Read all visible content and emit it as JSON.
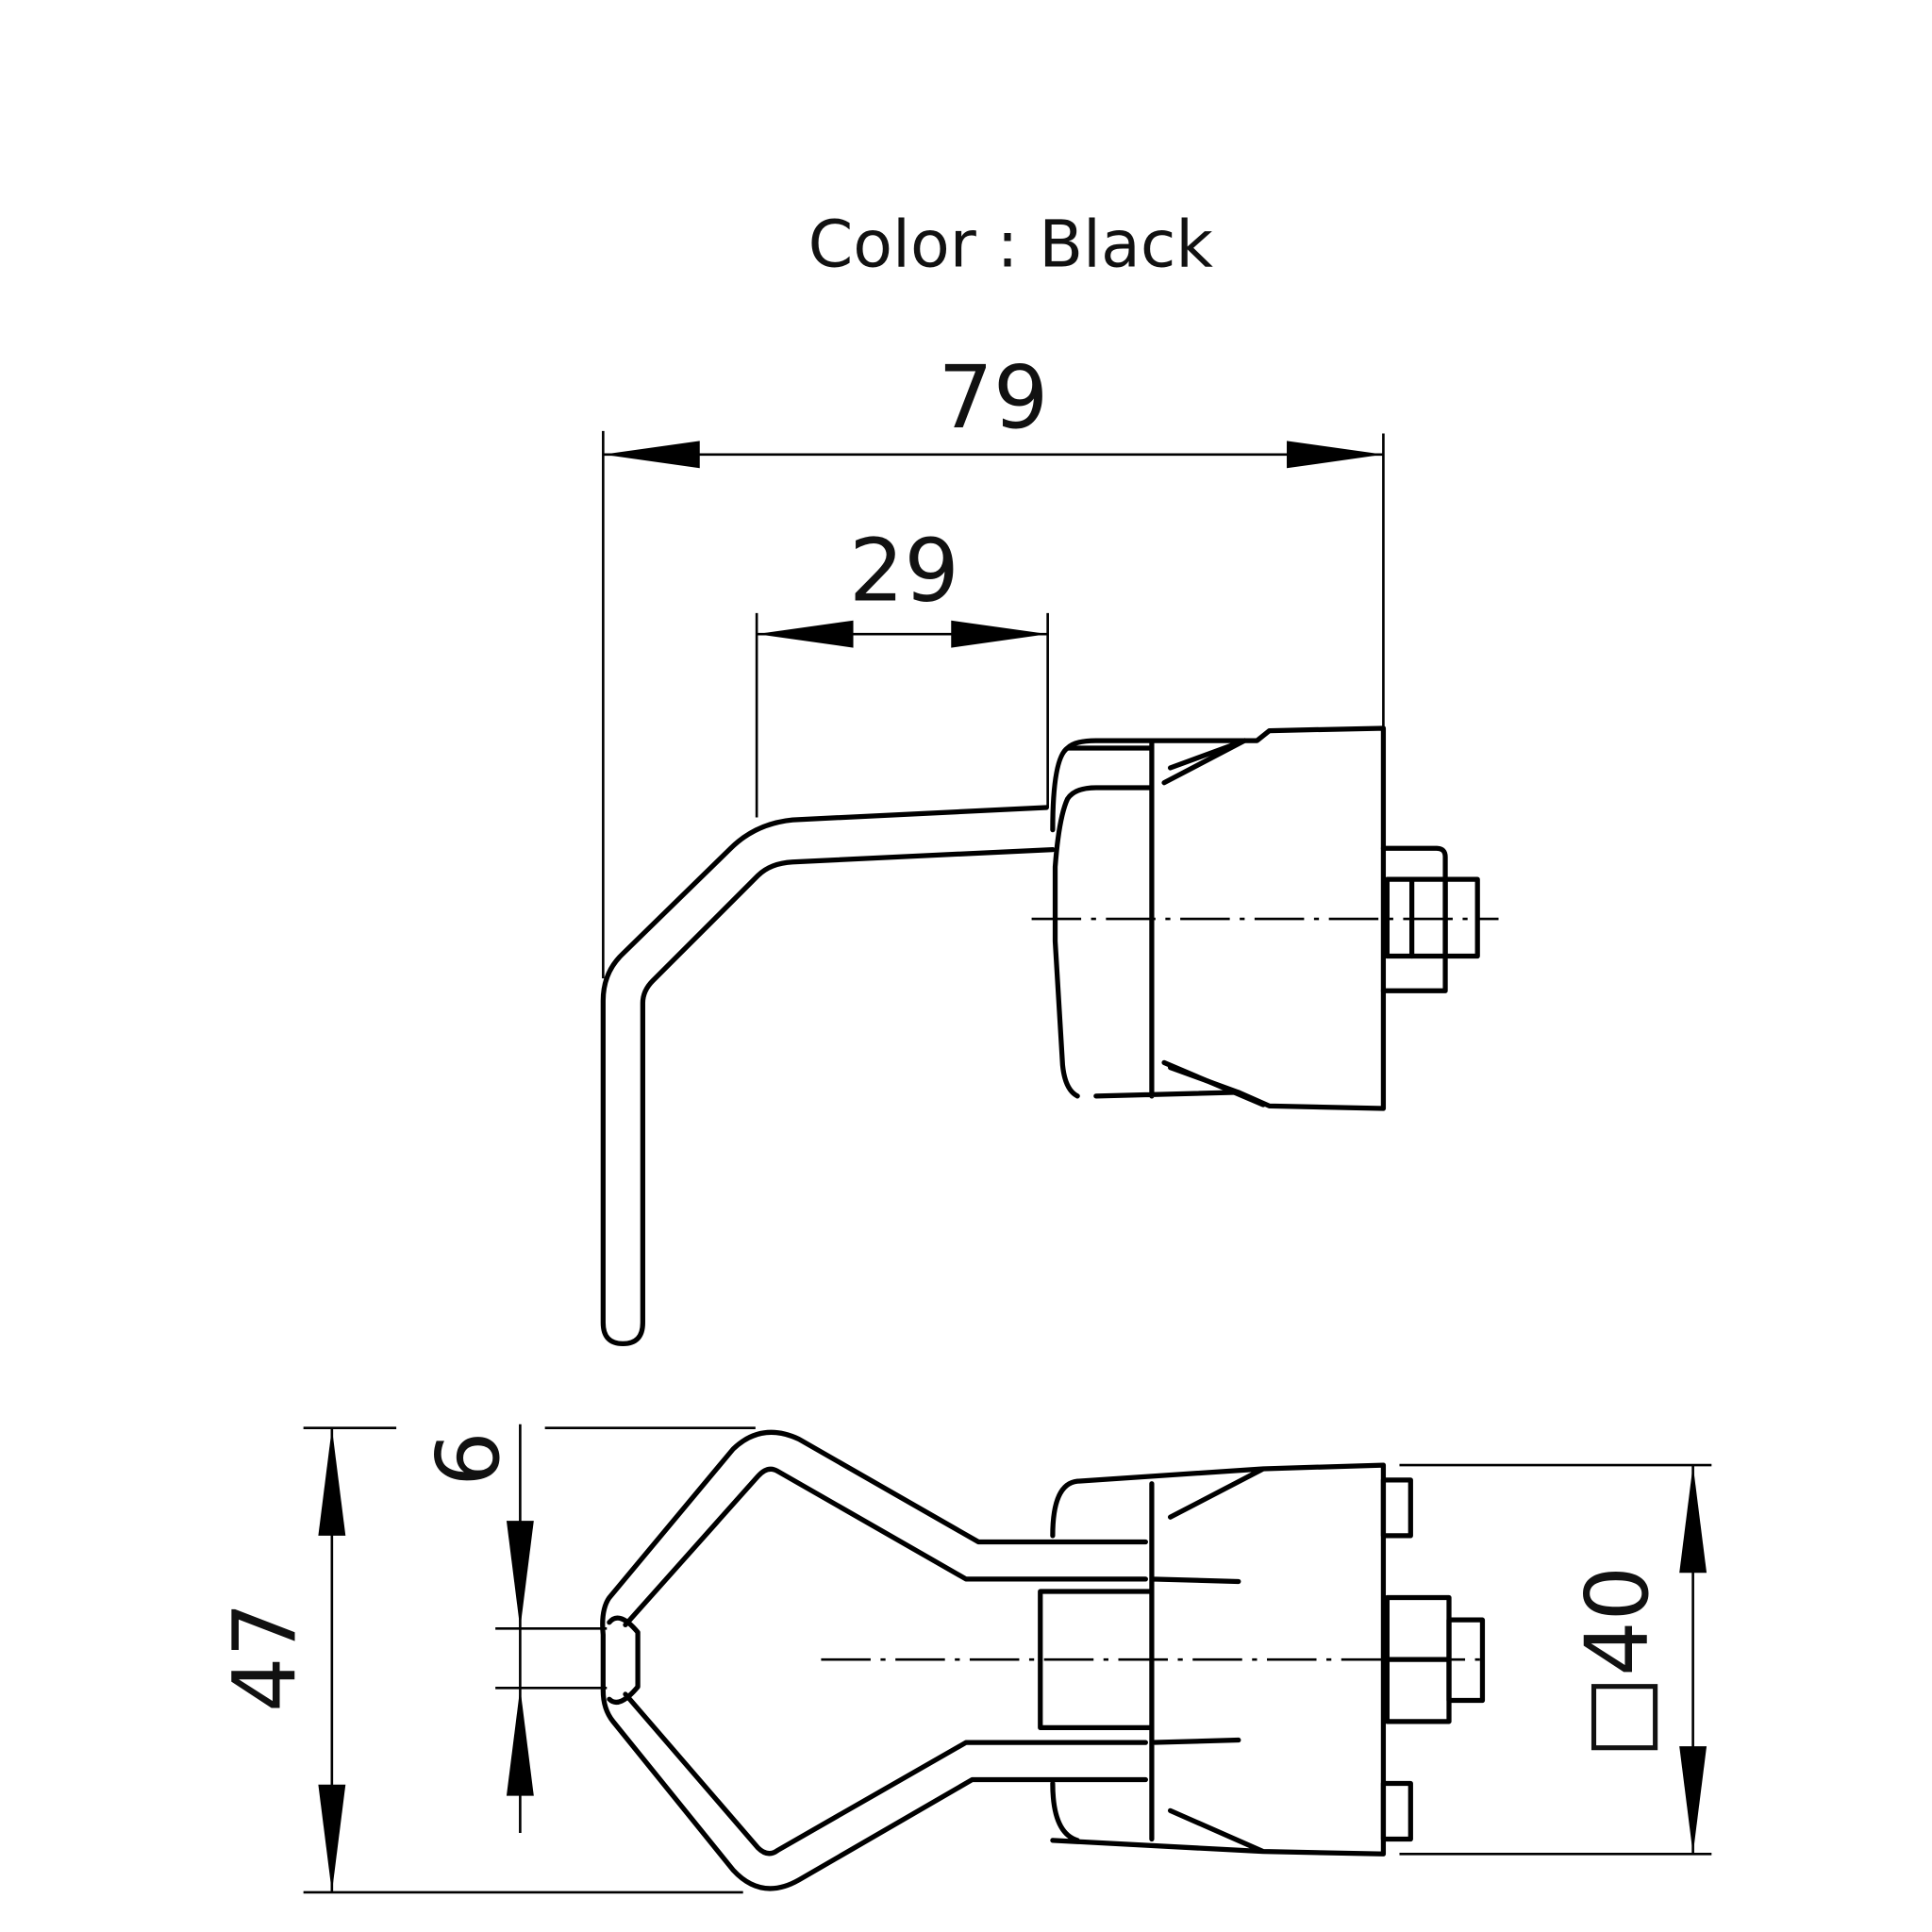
{
  "title": "Color : Black",
  "dimensions": {
    "overall_length": "79",
    "handle_reach": "29",
    "width": "47",
    "handle_thickness": "6",
    "square_size": "□40"
  },
  "colors": {
    "line": "#000000",
    "background": "#ffffff"
  }
}
